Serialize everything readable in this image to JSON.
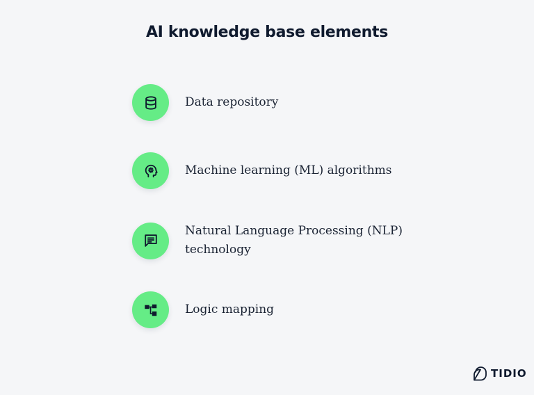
{
  "header": {
    "title": "AI knowledge base elements"
  },
  "items": [
    {
      "icon": "database-icon",
      "label": "Data repository"
    },
    {
      "icon": "head-gear-icon",
      "label": "Machine learning (ML) algorithms"
    },
    {
      "icon": "chat-message-icon",
      "label": "Natural Language Processing (NLP) technology"
    },
    {
      "icon": "hierarchy-icon",
      "label": "Logic mapping"
    }
  ],
  "colors": {
    "background": "#f5f6f8",
    "icon_circle": "#65ec86",
    "text": "#0f1a2e"
  },
  "branding": {
    "logo_text": "TIDIO"
  }
}
